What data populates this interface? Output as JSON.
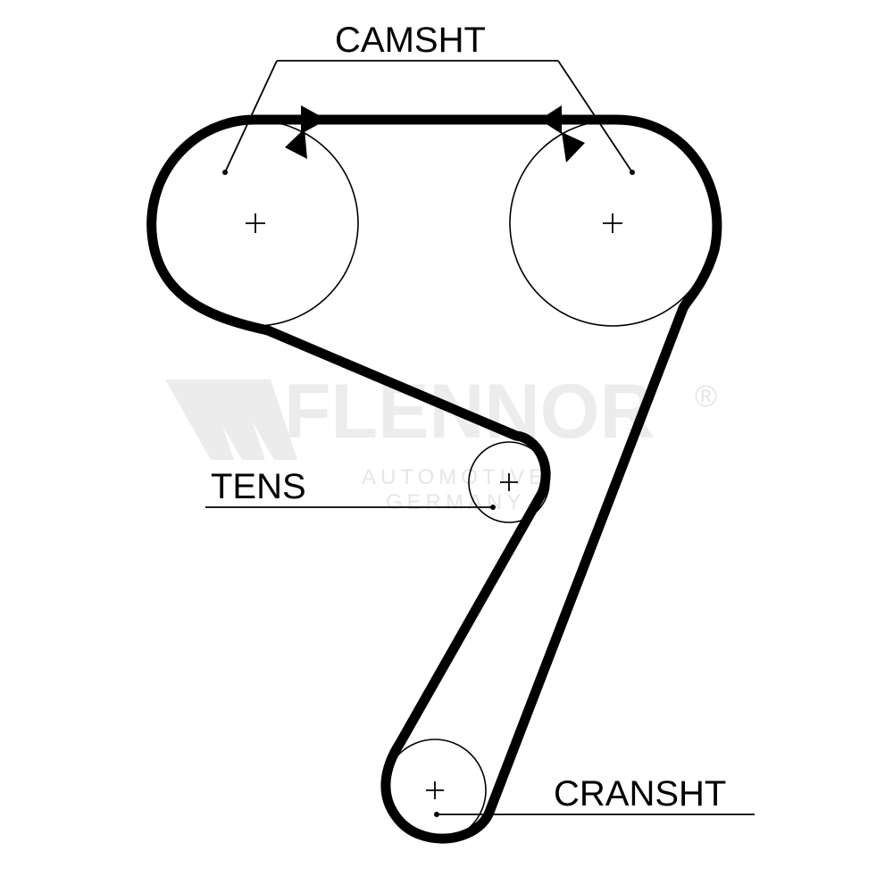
{
  "labels": {
    "camshaft": "CAMSHT",
    "tensioner": "TENS",
    "crankshaft": "CRANSHT"
  },
  "watermark": {
    "brand": "FLENNOR",
    "registered": "®",
    "line1": "AUTOMOTIVE",
    "line2": "GERMANY"
  },
  "colors": {
    "belt": "#000000",
    "watermark": "#ececec",
    "background": "#ffffff"
  },
  "icons": {
    "logo": "flennor-w-logo-icon",
    "direction": "rotation-arrow-icon"
  }
}
